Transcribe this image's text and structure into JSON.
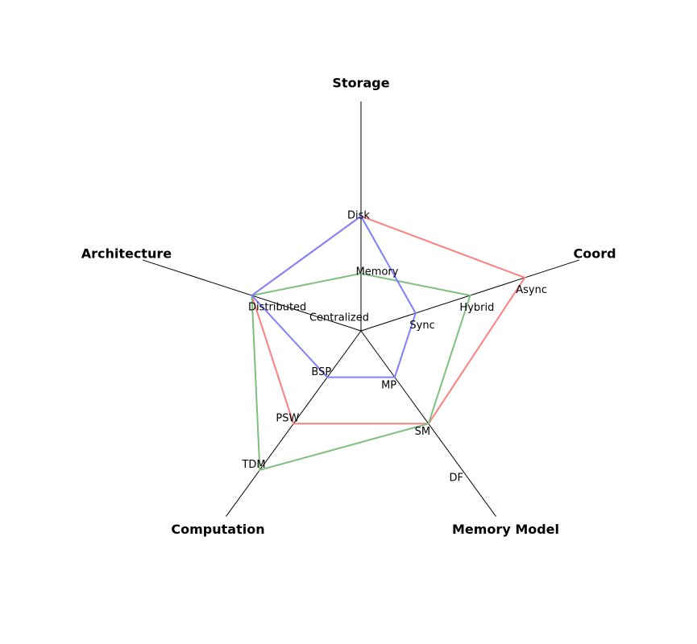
{
  "chart_data": {
    "type": "radar",
    "title": "",
    "levels_max": 4,
    "axes": [
      {
        "name": "Storage",
        "levels": [
          "",
          "Memory",
          "Disk"
        ]
      },
      {
        "name": "Coord",
        "levels": [
          "",
          "Sync",
          "Hybrid",
          "Async"
        ]
      },
      {
        "name": "Memory Model",
        "levels": [
          "",
          "MP",
          "SM",
          "DF"
        ]
      },
      {
        "name": "Computation",
        "levels": [
          "",
          "BSP",
          "PSW",
          "TDM"
        ]
      },
      {
        "name": "Architecture",
        "levels": [
          "Centralized",
          "Distributed"
        ]
      }
    ],
    "series": [
      {
        "color": "#ff7f7f",
        "values": [
          2,
          3,
          2,
          2,
          2
        ]
      },
      {
        "color": "#7fbf7f",
        "values": [
          1,
          2,
          2,
          3,
          2
        ]
      },
      {
        "color": "#7f7fff",
        "values": [
          2,
          1,
          1,
          1,
          2
        ]
      }
    ],
    "grid": false,
    "legend": "none"
  }
}
